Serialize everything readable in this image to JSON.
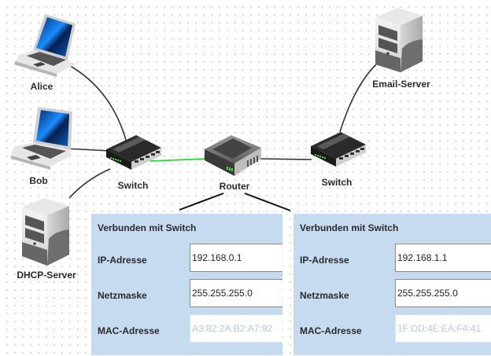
{
  "nodes": {
    "alice": {
      "label": "Alice",
      "type": "laptop"
    },
    "bob": {
      "label": "Bob",
      "type": "laptop"
    },
    "dhcp_server": {
      "label": "DHCP-Server",
      "type": "server"
    },
    "switch_left": {
      "label": "Switch",
      "type": "switch"
    },
    "router": {
      "label": "Router",
      "type": "router"
    },
    "switch_right": {
      "label": "Switch",
      "type": "switch"
    },
    "email_server": {
      "label": "Email-Server",
      "type": "server"
    }
  },
  "connections": [
    {
      "from": "alice",
      "to": "switch_left",
      "color": "#333333"
    },
    {
      "from": "bob",
      "to": "switch_left",
      "color": "#333333"
    },
    {
      "from": "dhcp_server",
      "to": "switch_left",
      "color": "#333333"
    },
    {
      "from": "switch_left",
      "to": "router",
      "color": "#22dd33"
    },
    {
      "from": "router",
      "to": "switch_right",
      "color": "#333333"
    },
    {
      "from": "switch_right",
      "to": "email_server",
      "color": "#333333"
    }
  ],
  "interfaces": [
    {
      "title": "Verbunden mit Switch",
      "ip_label": "IP-Adresse",
      "ip_value": "192.168.0.1",
      "mask_label": "Netzmaske",
      "mask_value": "255.255.255.0",
      "mac_label": "MAC-Adresse",
      "mac_value": "A3:82:2A:B2:A7:92"
    },
    {
      "title": "Verbunden mit Switch",
      "ip_label": "IP-Adresse",
      "ip_value": "192.168.1.1",
      "mask_label": "Netzmaske",
      "mask_value": "255.255.255.0",
      "mac_label": "MAC-Adresse",
      "mac_value": "1F:DD:4E:EA:F4:41"
    }
  ],
  "colors": {
    "panel_bg": "#c6daf0",
    "active_link": "#22dd33",
    "link": "#333333"
  }
}
